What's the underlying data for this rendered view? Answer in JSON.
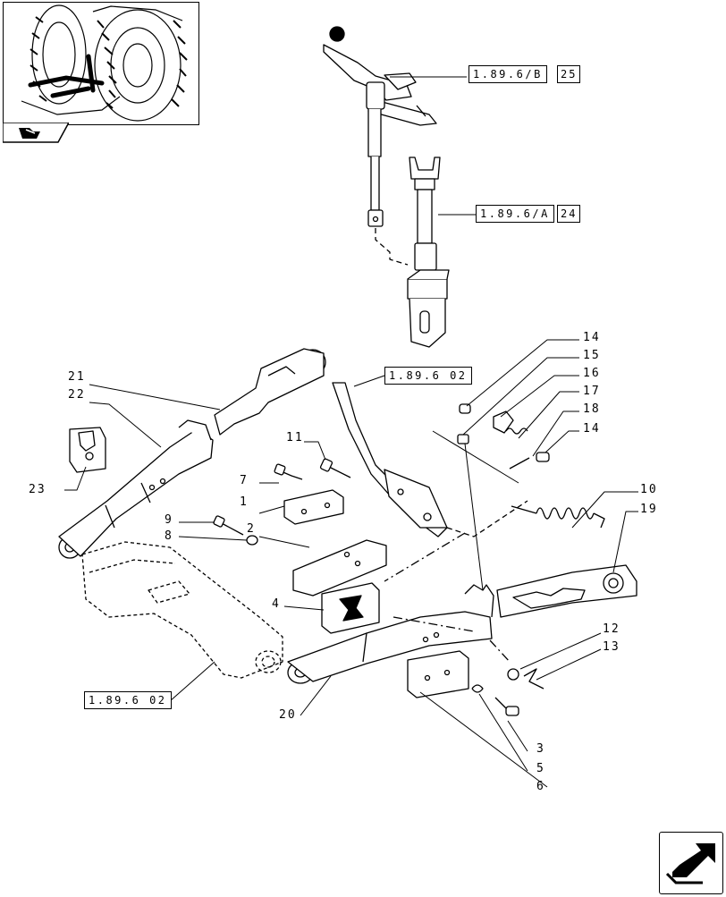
{
  "references": {
    "top_upper": {
      "code": "1.89.6/B",
      "num": "25"
    },
    "top_lower": {
      "code": "1.89.6/A",
      "num": "24"
    },
    "center": {
      "code": "1.89.6 02"
    },
    "lower_left": {
      "code": "1.89.6 02"
    }
  },
  "callouts": {
    "c1": "1",
    "c2": "2",
    "c3": "3",
    "c4": "4",
    "c5": "5",
    "c6": "6",
    "c7": "7",
    "c8": "8",
    "c9": "9",
    "c10": "10",
    "c11": "11",
    "c12": "12",
    "c13": "13",
    "c14a": "14",
    "c14b": "14",
    "c15": "15",
    "c16": "16",
    "c17": "17",
    "c18": "18",
    "c19": "19",
    "c20": "20",
    "c21": "21",
    "c22": "22",
    "c23": "23"
  },
  "icons": {
    "thumbnail": "tractor-rear-wheel-thumbnail",
    "section_tab": "section-tab-icon",
    "navigation": "next-page-arrow-icon"
  }
}
